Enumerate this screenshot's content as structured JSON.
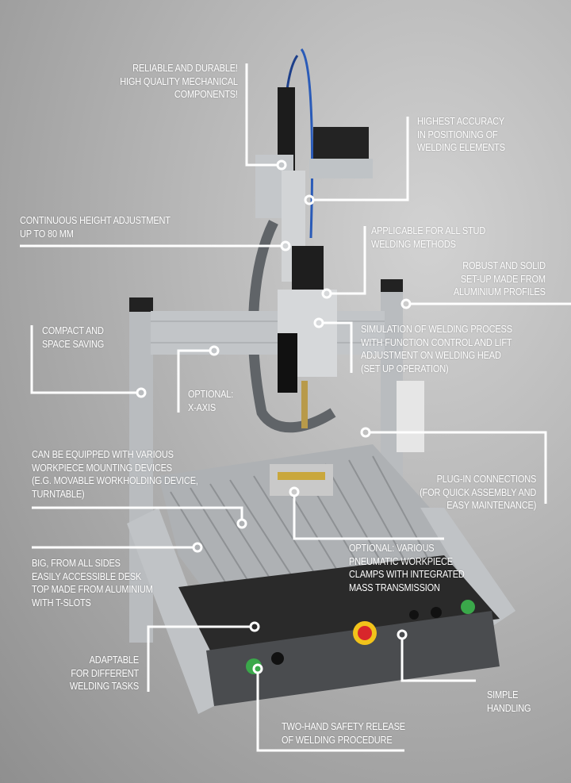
{
  "callouts": {
    "reliable": [
      "RELIABLE AND DURABLE!",
      "HIGH QUALITY MECHANICAL",
      "COMPONENTS!"
    ],
    "accuracy": [
      "HIGHEST ACCURACY",
      "IN POSITIONING OF",
      "WELDING ELEMENTS"
    ],
    "height": [
      "CONTINUOUS HEIGHT ADJUSTMENT",
      "UP TO 80 MM"
    ],
    "applicable": [
      "APPLICABLE FOR ALL STUD",
      "WELDING METHODS"
    ],
    "robust": [
      "ROBUST AND SOLID",
      "SET-UP MADE FROM",
      "ALUMINIUM PROFILES"
    ],
    "compact": [
      "COMPACT AND",
      "SPACE SAVING"
    ],
    "xaxis": [
      "OPTIONAL:",
      "X-AXIS"
    ],
    "simulation": [
      "SIMULATION OF WELDING PROCESS",
      "WITH FUNCTION CONTROL AND LIFT",
      "ADJUSTMENT ON WELDING HEAD",
      "(SET UP OPERATION)"
    ],
    "plugin": [
      "PLUG-IN CONNECTIONS",
      "(FOR QUICK ASSEMBLY AND",
      "EASY MAINTENANCE)"
    ],
    "equipped": [
      "CAN BE EQUIPPED WITH VARIOUS",
      "WORKPIECE MOUNTING DEVICES",
      "(E.G. MOVABLE WORKHOLDING DEVICE,",
      "TURNTABLE)"
    ],
    "clamps": [
      "OPTIONAL: VARIOUS",
      "PNEUMATIC WORKPIECE",
      "CLAMPS WITH INTEGRATED",
      "MASS TRANSMISSION"
    ],
    "desk": [
      "BIG, FROM ALL SIDES",
      "EASILY ACCESSIBLE DESK",
      "TOP MADE FROM ALUMINIUM",
      "WITH T-SLOTS"
    ],
    "adaptable": [
      "ADAPTABLE",
      "FOR DIFFERENT",
      "WELDING TASKS"
    ],
    "handling": [
      "SIMPLE",
      "HANDLING"
    ],
    "twohand": [
      "TWO-HAND SAFETY RELEASE",
      "OF WELDING PROCEDURE"
    ]
  },
  "colors": {
    "callout": "#ffffff",
    "button_green": "#3aa84a",
    "button_red": "#d8262b",
    "button_yellow": "#f2c31b"
  }
}
